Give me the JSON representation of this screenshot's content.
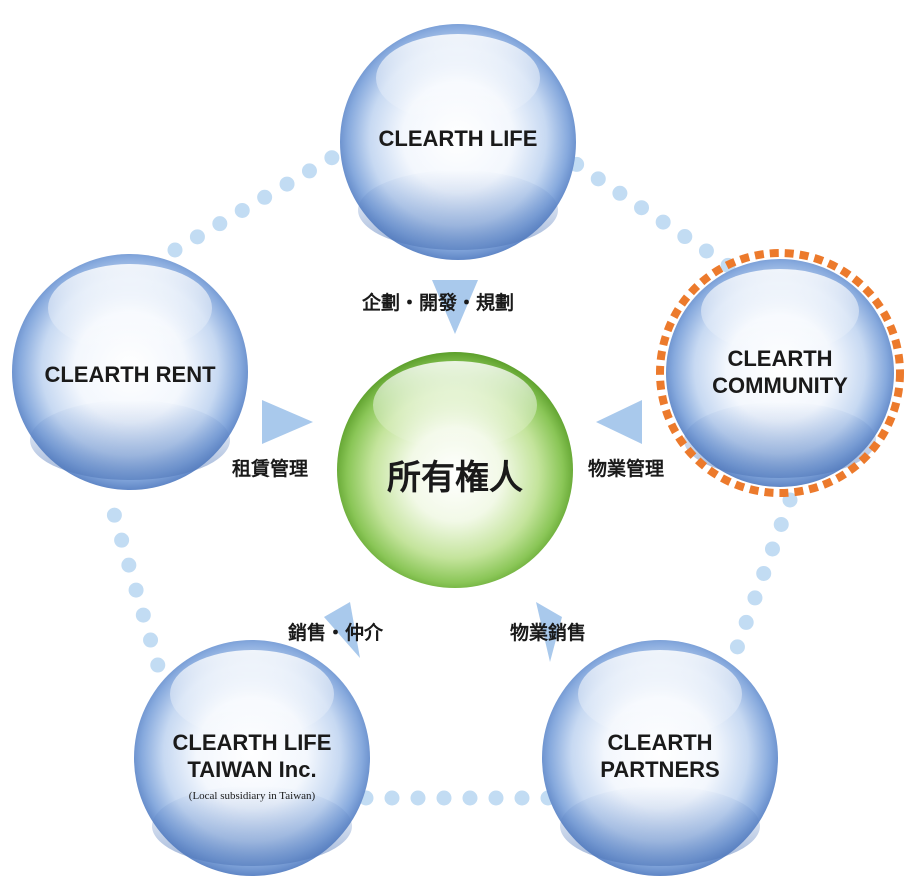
{
  "diagram": {
    "center": {
      "label": "所有権人"
    },
    "nodes": [
      {
        "id": "life",
        "lines": [
          "CLEARTH LIFE"
        ],
        "note": ""
      },
      {
        "id": "rent",
        "lines": [
          "CLEARTH RENT"
        ],
        "note": ""
      },
      {
        "id": "community",
        "lines": [
          "CLEARTH",
          "COMMUNITY"
        ],
        "note": "",
        "highlighted": true
      },
      {
        "id": "taiwan",
        "lines": [
          "CLEARTH LIFE",
          "TAIWAN Inc."
        ],
        "note": "(Local subsidiary in Taiwan)"
      },
      {
        "id": "partners",
        "lines": [
          "CLEARTH",
          "PARTNERS"
        ],
        "note": ""
      }
    ],
    "relations": [
      {
        "from": "life",
        "to": "center",
        "label": "企劃・開發・規劃"
      },
      {
        "from": "rent",
        "to": "center",
        "label": "租賃管理"
      },
      {
        "from": "community",
        "to": "center",
        "label": "物業管理"
      },
      {
        "from": "center",
        "to": "taiwan",
        "label": "銷售・仲介"
      },
      {
        "from": "center",
        "to": "partners",
        "label": "物業銷售"
      }
    ],
    "colors": {
      "sphere_blue": "#7fa6dc",
      "sphere_green": "#7ec24a",
      "arrow": "#a9c9ec",
      "dots": "#c2dcf3",
      "highlight_ring": "#ec7a2c"
    }
  }
}
